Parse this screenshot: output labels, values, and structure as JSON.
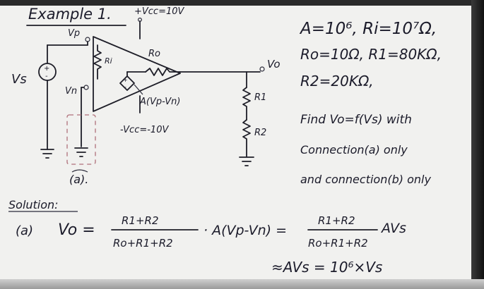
{
  "title": "Example 1.",
  "circuit": {
    "vcc_pos": "+Vcc=10V",
    "vcc_neg": "-Vcc=-10V",
    "vp": "Vp",
    "vn": "Vn",
    "vs": "Vs",
    "ri": "Ri",
    "ro": "Ro",
    "gain": "A(Vp-Vn)",
    "vo": "Vo",
    "r1": "R1",
    "r2": "R2",
    "connection_a": "(a)."
  },
  "givens": {
    "line1": "A=10⁶, Ri=10⁷Ω,",
    "line2": "Ro=10Ω, R1=80KΩ,",
    "line3": "R2=20KΩ,",
    "line4": "Find Vo=f(Vs) with",
    "line5": "Connection(a) only",
    "line6": "and connection(b) only"
  },
  "solution": {
    "heading": "Solution:",
    "part": "(a)",
    "lhs": "Vo =",
    "frac1_num": "R1+R2",
    "frac1_den": "Ro+R1+R2",
    "times": "· A(Vp-Vn) =",
    "frac2_num": "R1+R2",
    "frac2_den": "Ro+R1+R2",
    "after": "AVs",
    "approx": "≈AVs = 10⁶×Vs"
  },
  "colors": {
    "ink": "#1b1b2a",
    "board": "#f1f1ef",
    "dashed_box": "#b0707a"
  }
}
